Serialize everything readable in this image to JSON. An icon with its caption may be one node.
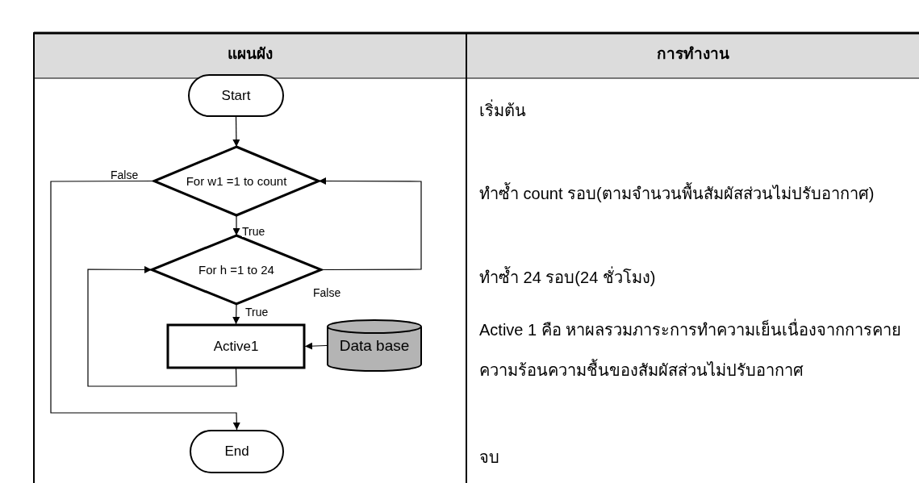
{
  "diagram": {
    "nodes": [
      {
        "text": [
          "Start"
        ]
      },
      {
        "text": [
          "For w1 =1 to count"
        ]
      },
      {
        "text": [
          "For h =1 to 24"
        ]
      },
      {
        "text": [
          "Active1"
        ]
      },
      {
        "text": [
          "Data base"
        ]
      },
      {
        "text": [
          "End"
        ]
      }
    ],
    "edges": [
      {
        "from": 0,
        "to": 1,
        "arrow": "to"
      },
      {
        "from": 1,
        "to": 2,
        "arrow": "to",
        "label": "True"
      },
      {
        "from": 2,
        "to": 3,
        "arrow": "to",
        "label": "True"
      },
      {
        "from": 4,
        "to": 3,
        "arrow": "to"
      },
      {
        "from": 3,
        "to": 2,
        "arrow": "to"
      },
      {
        "from": 2,
        "to": 1,
        "arrow": "to",
        "label": "False"
      },
      {
        "from": 1,
        "to": 5,
        "arrow": "to",
        "label": "False"
      }
    ],
    "labels": [
      "แผนผัง",
      "การทำงาน",
      "เริ่มต้น",
      "ทำซ้ำ count รอบ(ตามจำนวนพื้นสัมผัสส่วนไม่ปรับอากาศ)",
      "ทำซ้ำ 24 รอบ(24 ชั่วโมง)",
      "Active 1 คือ หาผลรวมภาระการทำความเย็นเนื่องจากการคายความร้อนความชื้นของสัมผัสส่วนไม่ปรับอากาศ",
      "จบ"
    ]
  }
}
